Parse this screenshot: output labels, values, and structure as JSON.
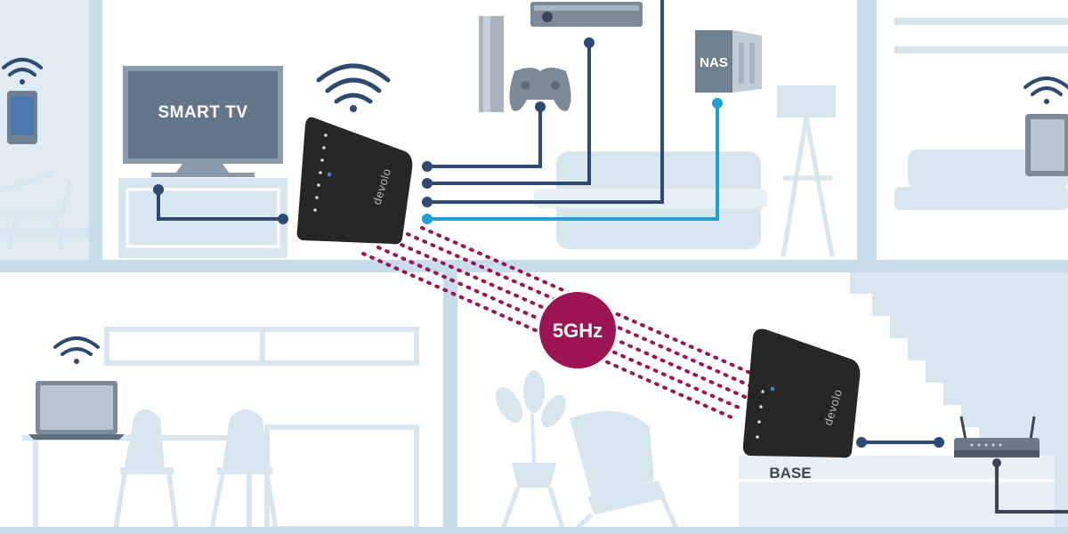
{
  "labels": {
    "smart_tv": "SMART TV",
    "nas": "NAS",
    "band": "5GHz",
    "base": "BASE",
    "brand": "devolo"
  },
  "colors": {
    "background": "#c9dcea",
    "wall": "#ffffff",
    "furniture": "#d8e6f0",
    "lan_dark": "#2f4a72",
    "lan_light": "#1ea0d8",
    "wifi_link": "#9c1552",
    "device": "#262626"
  },
  "icons": [
    "wifi-icon",
    "smart-tv-icon",
    "game-console-icon",
    "gamepad-icon",
    "blu-ray-player-icon",
    "nas-icon",
    "smartphone-icon",
    "tablet-icon",
    "laptop-icon",
    "router-icon",
    "mesh-unit-icon"
  ]
}
